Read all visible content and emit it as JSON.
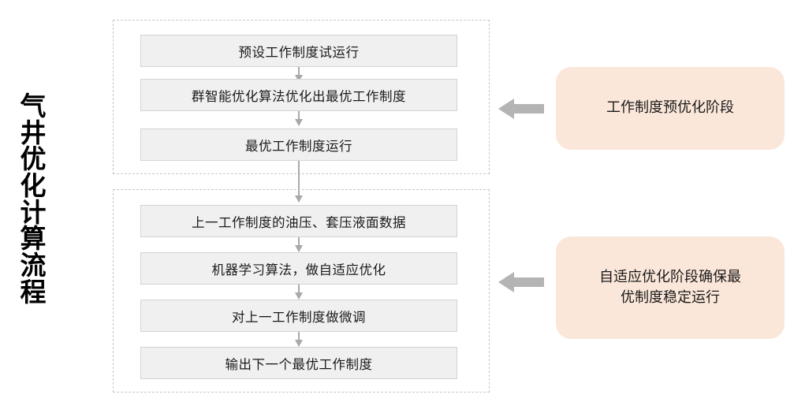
{
  "title": {
    "vertical_label": "气井优化计算流程"
  },
  "colors": {
    "step_fill": "#f0f0f0",
    "step_border": "#d3d3d3",
    "group_border": "#c6c6c6",
    "callout_fill": "#fbe7d9",
    "arrow_gray": "#b4b4b4",
    "connector_gray": "#a9a9a9",
    "text": "#1a1a1a",
    "background": "#ffffff"
  },
  "groups": [
    {
      "id": "pre-optimization-stage",
      "steps": [
        "预设工作制度试运行",
        "群智能优化算法优化出最优工作制度",
        "最优工作制度运行"
      ],
      "callout": "工作制度预优化阶段"
    },
    {
      "id": "adaptive-optimization-stage",
      "steps": [
        "上一工作制度的油压、套压液面数据",
        "机器学习算法，做自适应优化",
        "对上一工作制度做微调",
        "输出下一个最优工作制度"
      ],
      "callout": "自适应优化阶段确保最\n优制度稳定运行"
    }
  ],
  "icons": {
    "left_arrow": "arrow-left-icon",
    "down_arrow": "arrow-down-icon"
  }
}
